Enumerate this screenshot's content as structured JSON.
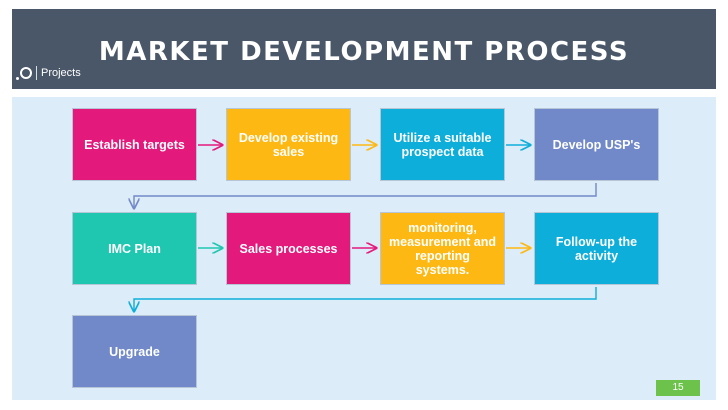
{
  "slide": {
    "title": "MARKET DEVELOPMENT PROCESS",
    "logo_text": "Projects",
    "page_number": "15"
  },
  "steps": [
    {
      "label": "Establish targets"
    },
    {
      "label": "Develop existing sales"
    },
    {
      "label": "Utilize a suitable prospect data"
    },
    {
      "label": "Develop USP's"
    },
    {
      "label": "IMC Plan"
    },
    {
      "label": "Sales processes"
    },
    {
      "label": "monitoring, measurement and reporting systems."
    },
    {
      "label": "Follow-up the activity"
    },
    {
      "label": "Upgrade"
    }
  ],
  "colors": {
    "header": "#4a5768",
    "panel": "#dcecf8",
    "pink": "#e4197c",
    "gold": "#fdb813",
    "cyan": "#0eaedb",
    "blue": "#7189c8",
    "green": "#1fc6b0",
    "page_badge": "#6cc24a"
  }
}
